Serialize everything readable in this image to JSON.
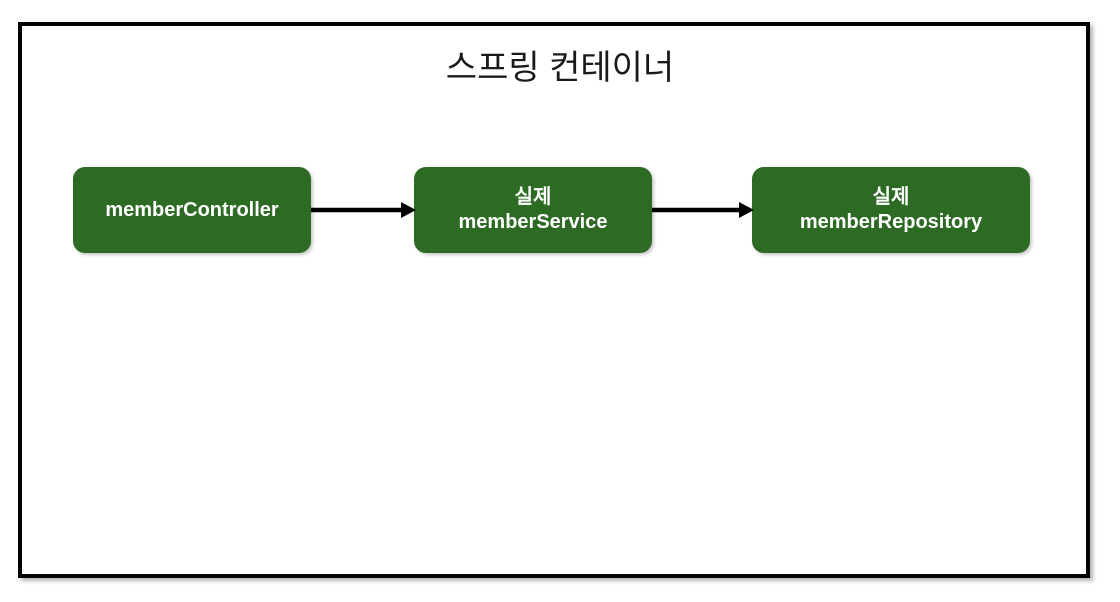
{
  "diagram": {
    "title": "스프링 컨테이너",
    "frame_label": "spring-container-frame",
    "colors": {
      "bean_fill": "#2d6a24",
      "bean_text": "#ffffff",
      "frame_border": "#000000",
      "arrow": "#000000",
      "background": "#ffffff",
      "title_text": "#1a1a1a"
    },
    "beans": [
      {
        "id": "member-controller",
        "line1": "memberController",
        "line2": ""
      },
      {
        "id": "member-service",
        "line1": "실제",
        "line2": "memberService"
      },
      {
        "id": "member-repository",
        "line1": "실제",
        "line2": "memberRepository"
      }
    ],
    "arrows": [
      {
        "id": "controller-to-service",
        "from": "memberController",
        "to": "memberService"
      },
      {
        "id": "service-to-repository",
        "from": "memberService",
        "to": "memberRepository"
      }
    ]
  }
}
